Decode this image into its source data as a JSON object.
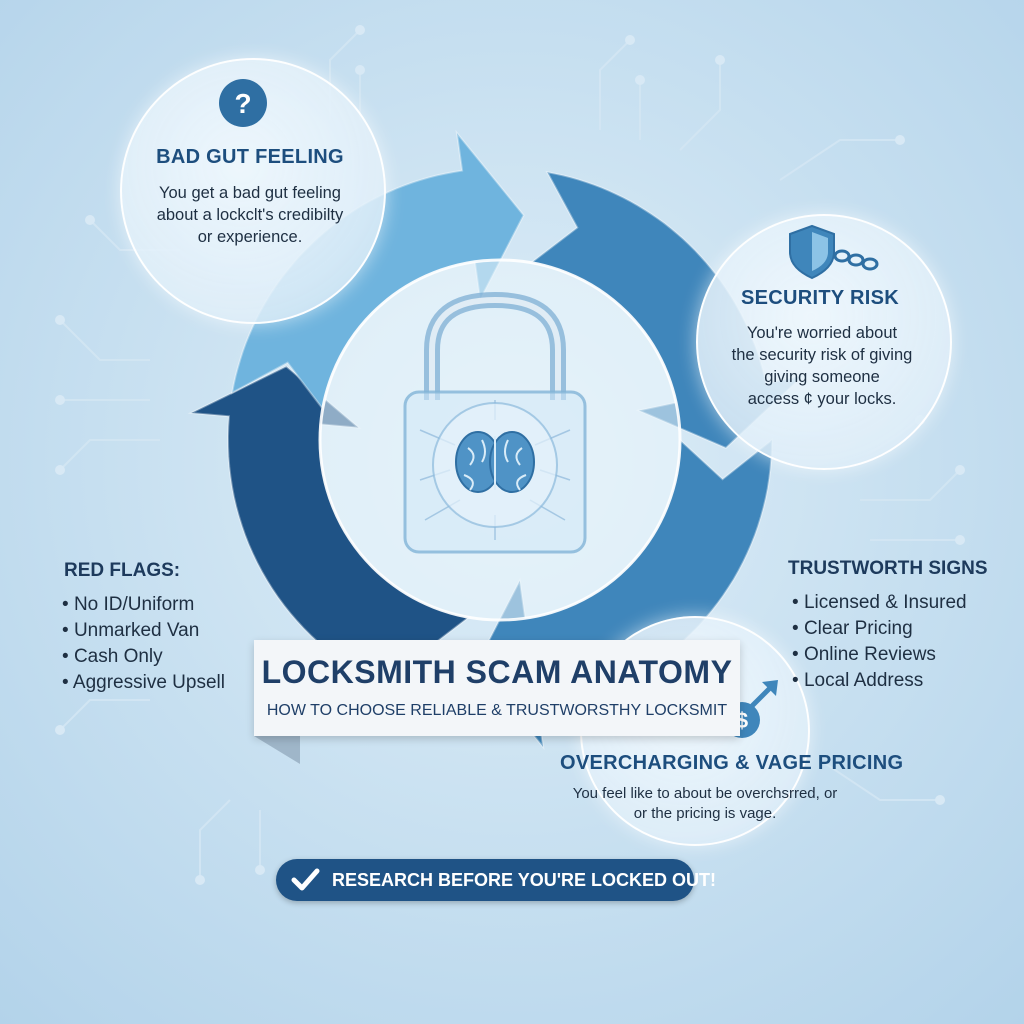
{
  "banner": {
    "title": "LOCKSMITH SCAM ANATOMY",
    "subtitle": "HOW TO CHOOSE RELIABLE & TRUSTWORSTHY LOCKSMIT"
  },
  "bubbles": {
    "bad_gut": {
      "icon": "question-icon",
      "title": "BAD GUT FEELING",
      "lines": [
        "You get a bad gut feeling",
        "about a lockclt's credibilty",
        "or experience."
      ]
    },
    "security": {
      "icon": "shield-chain-icon",
      "title": "SECURITY RISK",
      "lines": [
        "You're worried about",
        "the security risk of giving",
        "giving someone",
        "access ¢ your locks."
      ]
    },
    "overcharging": {
      "icon": "dollar-arrow-icon",
      "title": "OVERCHARGING & VAGE PRICING",
      "lines": [
        "You feel like to about be overchsrred, or",
        "or the pricing is vage."
      ]
    }
  },
  "red_flags": {
    "title": "RED FLAGS:",
    "items": [
      "No ID/Uniform",
      "Unmarked Van",
      "Cash Only",
      "Aggressive Upsell"
    ]
  },
  "trust_signs": {
    "title": "TRUSTWORTH SIGNS",
    "items": [
      "Licensed & Insured",
      "Clear Pricing",
      "Online Reviews",
      "Local Address"
    ]
  },
  "cta": {
    "label": "RESEARCH BEFORE YOU'RE LOCKED OUT!",
    "icon": "checkmark-icon"
  },
  "center_icon": "padlock-brain-icon",
  "colors": {
    "dark_blue": "#1f5386",
    "mid_blue": "#3f86bb",
    "light_blue": "#6fb4de",
    "background": "#c6dff0",
    "text_dark": "#1d4e7e"
  }
}
